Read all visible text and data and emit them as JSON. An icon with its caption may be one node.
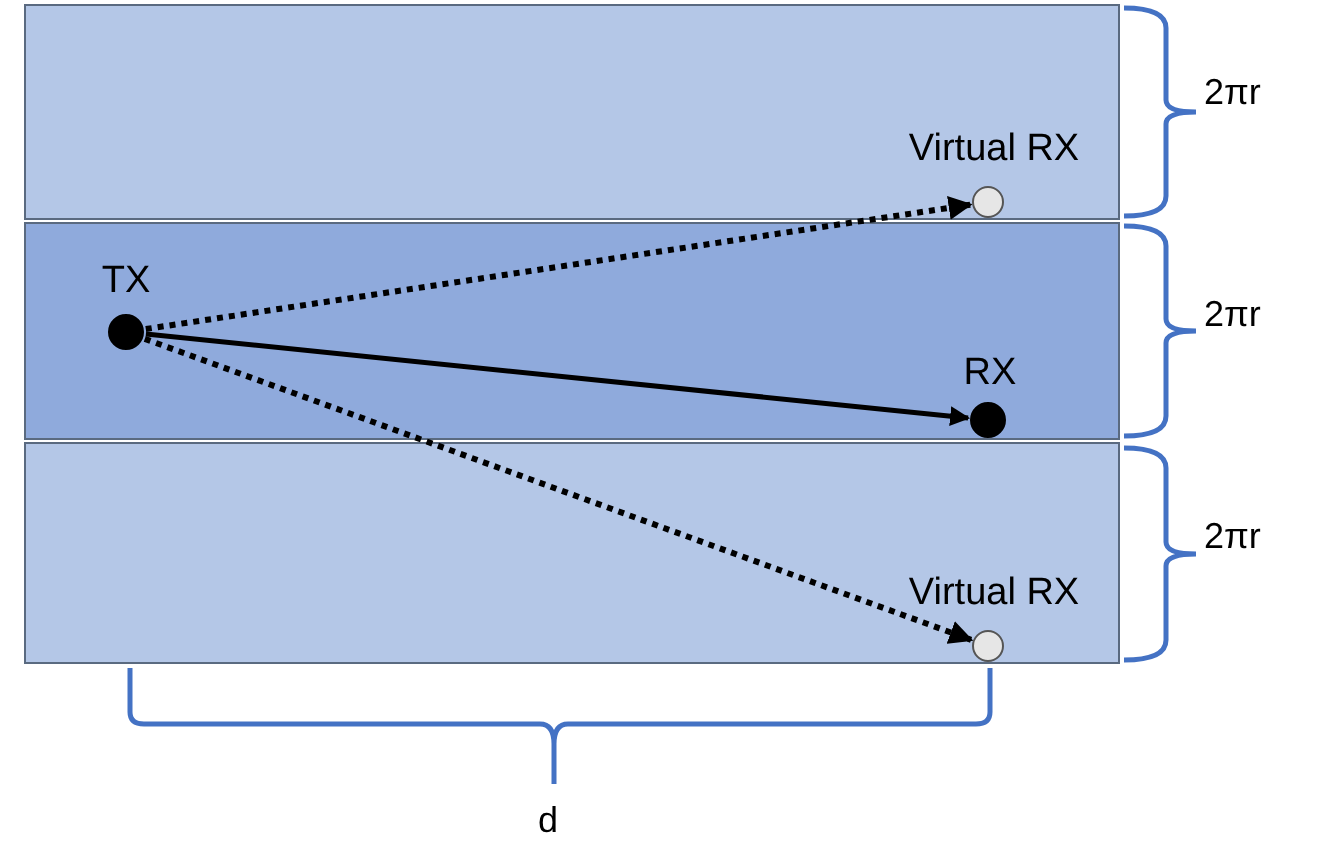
{
  "diagram": {
    "nodes": [
      {
        "text": [],
        "shape": "box"
      },
      {
        "text": [
          "Virtual RX"
        ],
        "in": 0
      },
      {
        "text": [],
        "shape": "box"
      },
      {
        "text": [
          "TX"
        ],
        "in": 2
      },
      {
        "text": [
          "RX"
        ],
        "in": 2
      },
      {
        "text": [],
        "shape": "box"
      },
      {
        "text": [
          "Virtual RX"
        ],
        "in": 5
      }
    ],
    "edges": [
      {
        "from": 3,
        "to": 1,
        "arrow": "to",
        "style": "dashed"
      },
      {
        "from": 3,
        "to": 4,
        "arrow": "to"
      },
      {
        "from": 3,
        "to": 6,
        "arrow": "to",
        "style": "dashed"
      }
    ],
    "labels": [
      "2πr",
      "2πr",
      "2πr",
      "d"
    ]
  }
}
